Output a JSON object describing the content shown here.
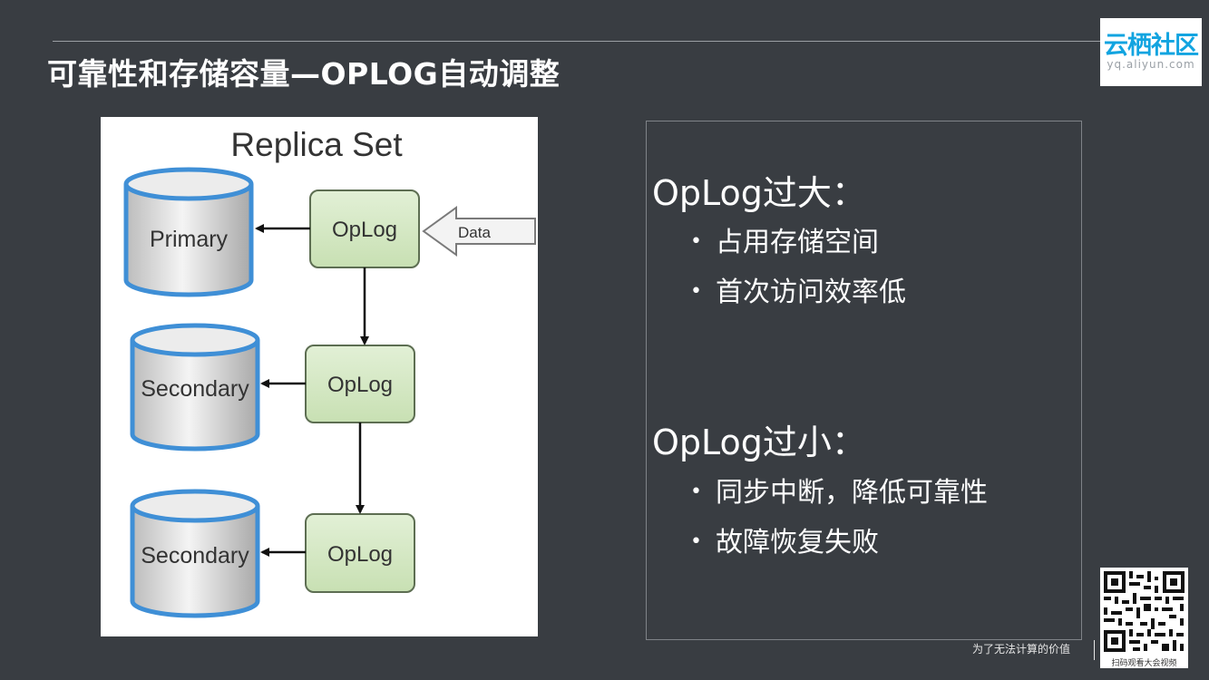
{
  "slide": {
    "title": "可靠性和存储容量—OPLOG自动调整"
  },
  "logo": {
    "name": "云栖社区",
    "url_text": "yq.aliyun.com"
  },
  "diagram": {
    "title": "Replica Set",
    "input_label": "Data",
    "nodes": [
      {
        "db_label": "Primary",
        "oplog_label": "OpLog"
      },
      {
        "db_label": "Secondary",
        "oplog_label": "OpLog"
      },
      {
        "db_label": "Secondary",
        "oplog_label": "OpLog"
      }
    ],
    "colors": {
      "db_outline": "#3f8fd6",
      "oplog_fill": "#d4e8c2",
      "oplog_border": "#5d6e52"
    }
  },
  "panel": {
    "sections": [
      {
        "heading": "OpLog过大：",
        "items": [
          "占用存储空间",
          "首次访问效率低"
        ]
      },
      {
        "heading": "OpLog过小：",
        "items": [
          "同步中断，降低可靠性",
          "故障恢复失败"
        ]
      }
    ]
  },
  "footer": {
    "slogan": "为了无法计算的价值",
    "qr_caption": "扫码观看大会视频"
  },
  "theme": {
    "background": "#393d42",
    "logo_blue": "#12a4e0"
  }
}
